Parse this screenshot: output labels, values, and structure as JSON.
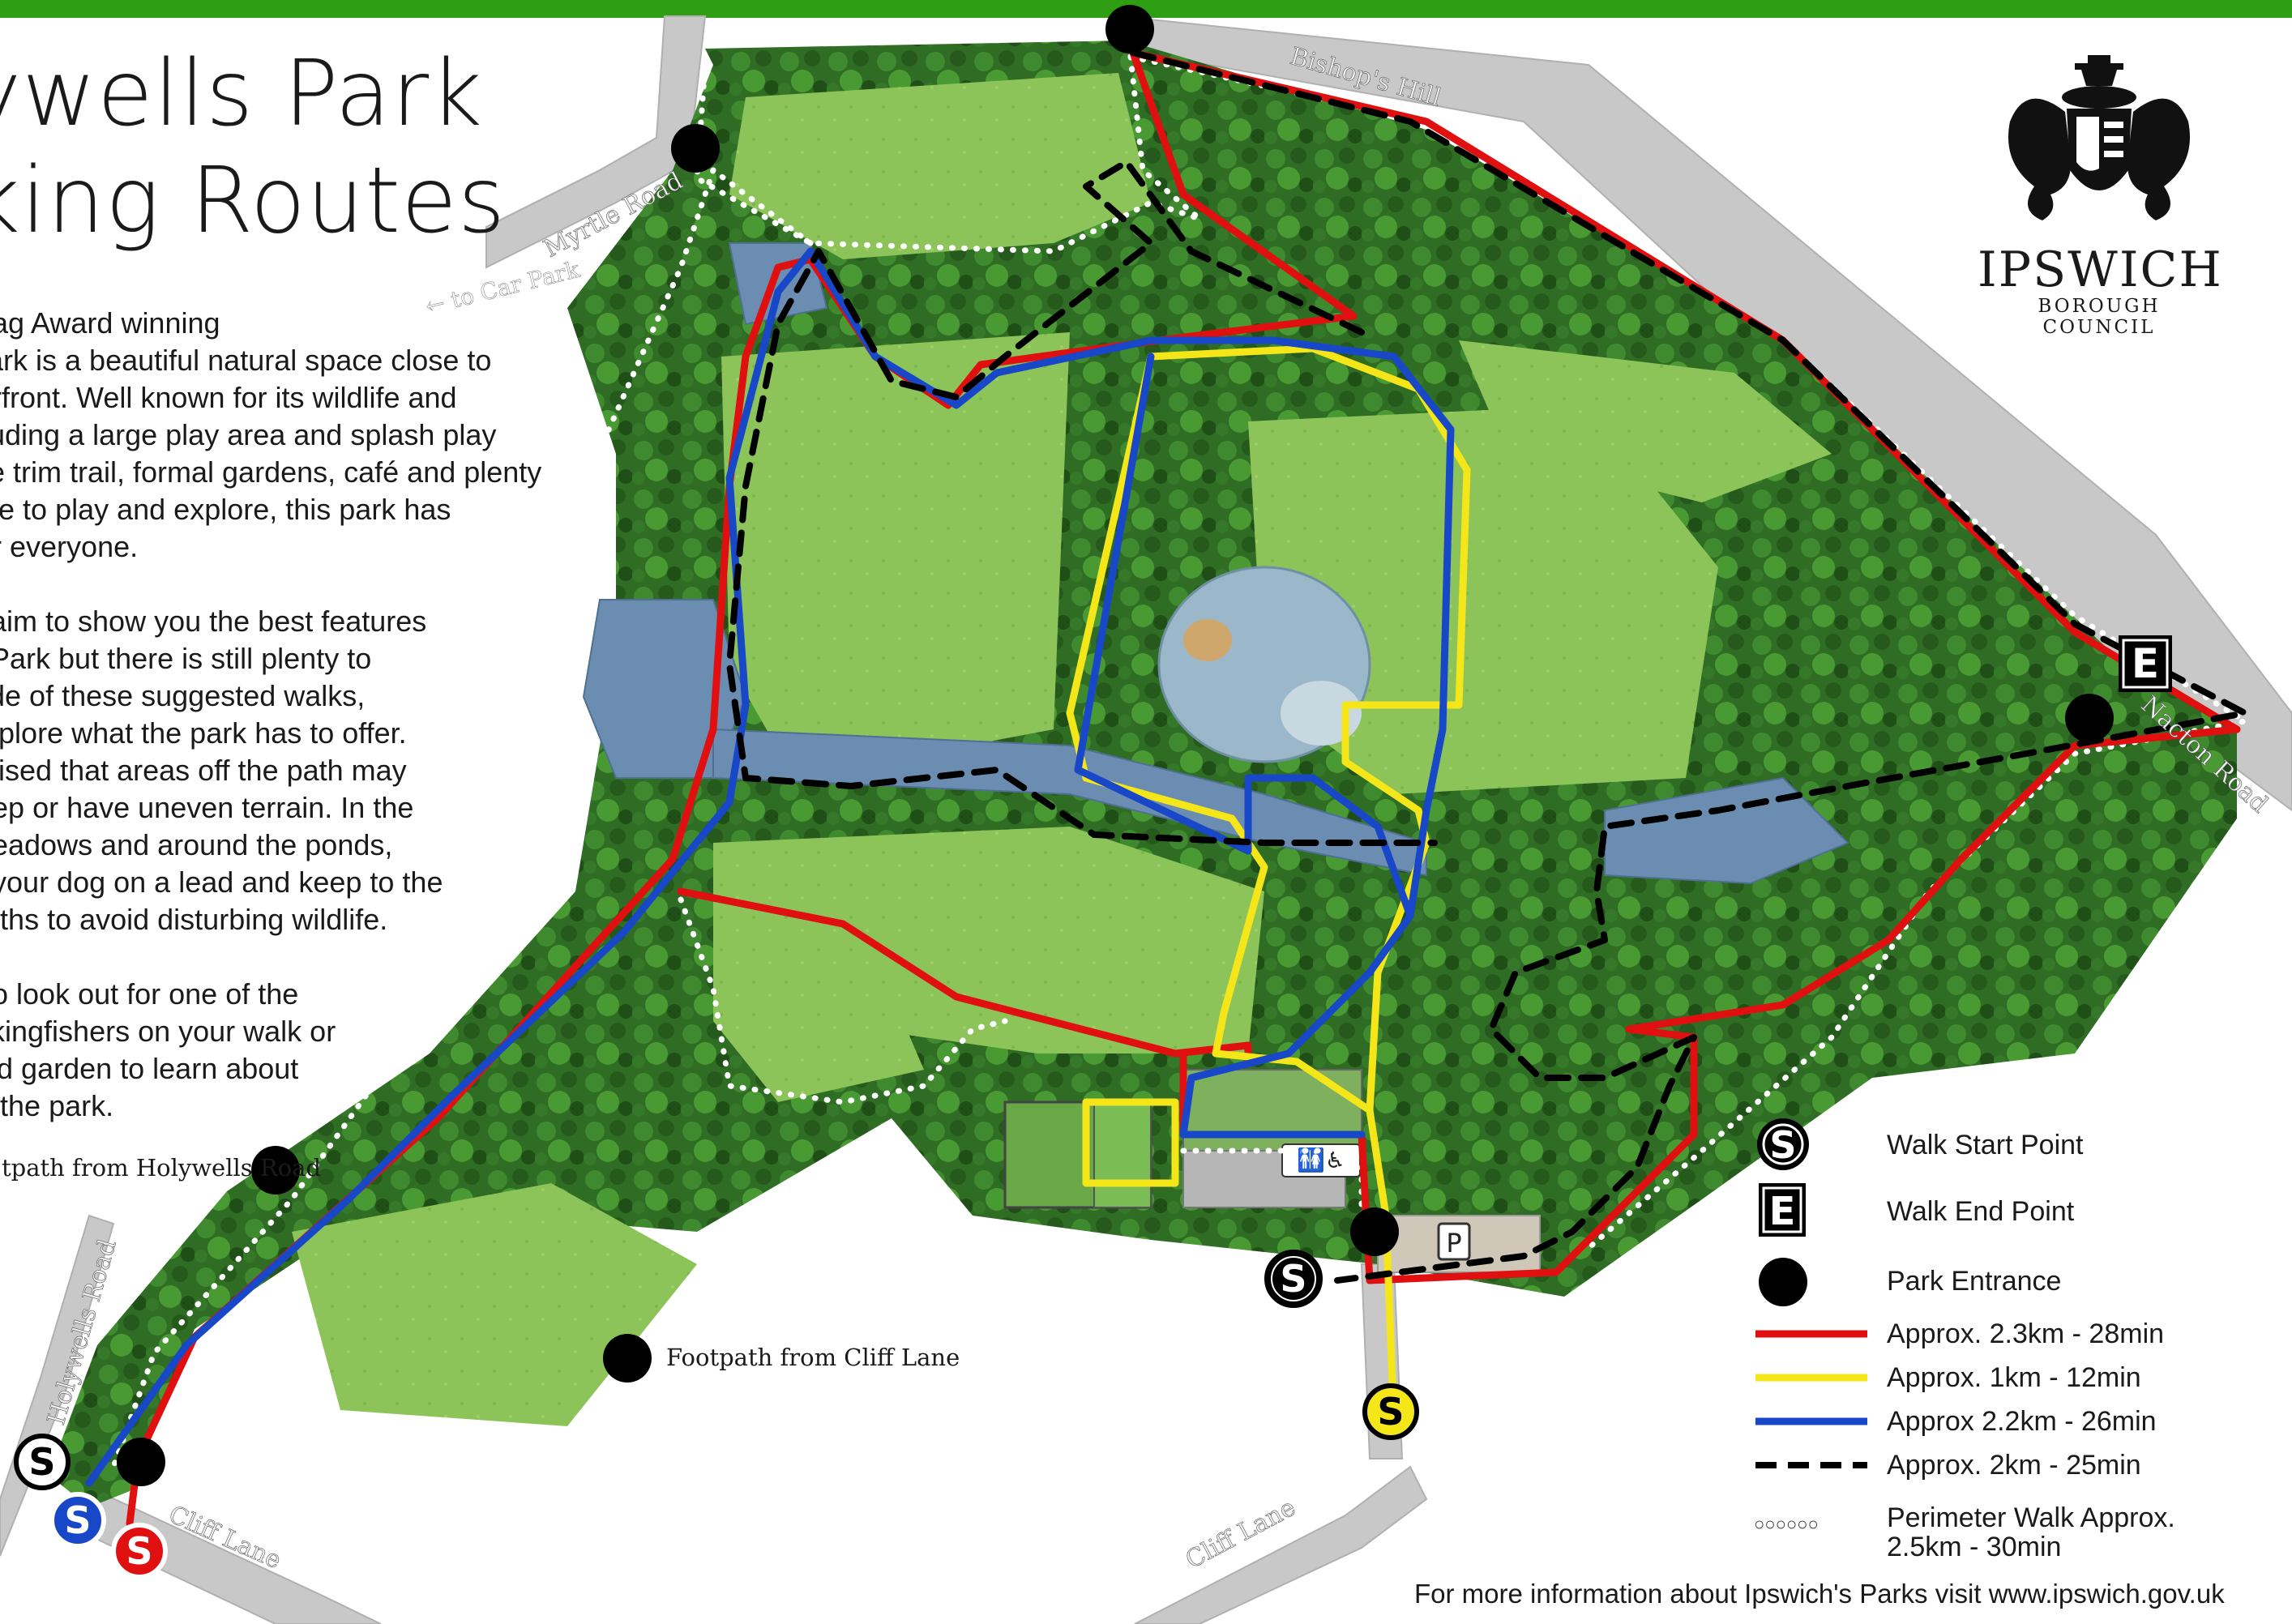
{
  "title": {
    "line1": "ywells Park",
    "line2": "king Routes"
  },
  "intro": [
    "Flag Award winning\nPark is a beautiful natural space close to\nterfront. Well known for its wildlife and\ncluding a large play area and splash play\nise trim trail, formal gardens, café and plenty\nace to play and explore, this park has\nfor everyone.",
    "s aim to show you the best features\ns Park but there is still plenty to\nside of these suggested walks,\nexplore what the park has to offer.\ndvised that areas off the path may\nteep or have uneven terrain. In the\nmeadows and around the ponds,\np your dog on a lead and keep to the\npaths to avoid disturbing wildlife.",
    "t to look out for one of the\ny kingfishers on your walk or\nlled garden to learn about\nof the park."
  ],
  "logo": {
    "name": "IPSWICH",
    "sub": "BOROUGH COUNCIL"
  },
  "roads": {
    "bishops_hill": "Bishop's Hill",
    "myrtle_road": "Myrtle Road",
    "to_car_park": "← to Car Park",
    "nacton_road": "Nacton Road",
    "holywells_road": "Holywells Road",
    "cliff_lane_1": "Cliff Lane",
    "cliff_lane_2": "Cliff Lane"
  },
  "labels": {
    "footpath_holywells": "tpath from Holywells Road",
    "footpath_cliff": "Footpath from Cliff Lane",
    "parking": "P"
  },
  "markers": {
    "start": "S",
    "end": "E"
  },
  "legend": {
    "start": "Walk Start Point",
    "end": "Walk End Point",
    "entrance": "Park Entrance",
    "red": "Approx. 2.3km - 28min",
    "yellow": "Approx. 1km - 12min",
    "blue": "Approx 2.2km - 26min",
    "black": "Approx. 2km - 25min",
    "perimeter_1": "Perimeter Walk Approx.",
    "perimeter_2": "2.5km - 30min",
    "perimeter_symbol": "○○○○○○"
  },
  "footer": "For more information about Ipswich's Parks visit www.ipswich.gov.uk",
  "colors": {
    "top_bar": "#2e9e12",
    "red_route": "#e01010",
    "yellow_route": "#f5e61a",
    "blue_route": "#1848c8",
    "black_route": "#000000",
    "perimeter_route": "#ffffff",
    "grass": "#8cc45a",
    "trees": "#2e6a22",
    "water": "#6d8fb2",
    "road": "#c4c4c4"
  }
}
